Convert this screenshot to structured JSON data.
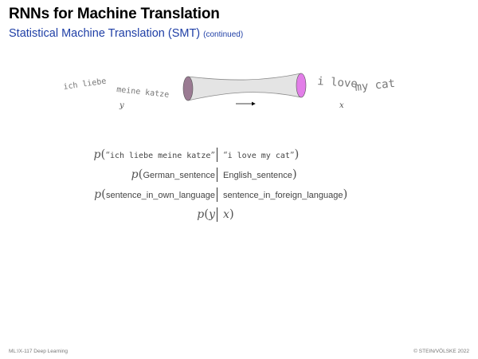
{
  "header": {
    "title": "RNNs for Machine Translation",
    "subtitle": "Statistical Machine Translation (SMT)",
    "subtitle_note": "(continued)"
  },
  "illustration": {
    "source_sentence": "ich liebe meine katze",
    "source_var": "y",
    "target_sentence": "i love my cat",
    "target_var": "x",
    "colors": {
      "left_cap": "#9a7a92",
      "right_cap": "#e27ee8",
      "tube_fill": "#e4e4e4",
      "tube_stroke": "#8a8a8a"
    }
  },
  "formulas": {
    "p": "p",
    "open_paren": "(",
    "close_paren": ")",
    "row1": {
      "left_text": "ich liebe meine katze",
      "right_text": "i love my cat",
      "open_quote": "“",
      "close_quote": "”"
    },
    "row2": {
      "left_text": "German_sentence",
      "right_text": "English_sentence"
    },
    "row3": {
      "left_text": "sentence_in_own_language",
      "right_text": "sentence_in_foreign_language"
    },
    "row4": {
      "left_var": "y",
      "right_var": "x"
    }
  },
  "footer": {
    "left": "ML:IX-117 Deep Learning",
    "right": "© STEIN/VÖLSKE 2022"
  }
}
